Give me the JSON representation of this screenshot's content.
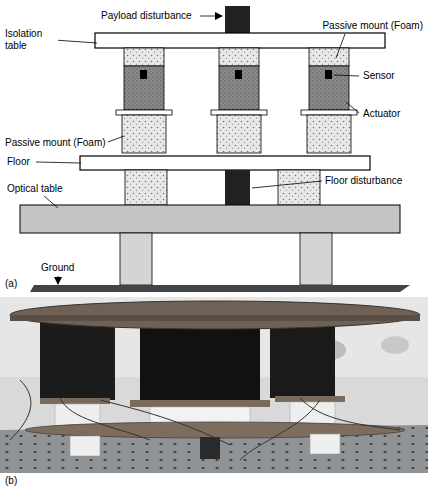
{
  "diagram": {
    "labels": [
      "Payload disturbance",
      "Isolation table",
      "Passive mount (Foam)",
      "Sensor",
      "Passive mount (Foam)",
      "Actuator",
      "Floor",
      "Floor disturbance",
      "Optical table",
      "Ground",
      "(a)",
      "(b)"
    ]
  }
}
